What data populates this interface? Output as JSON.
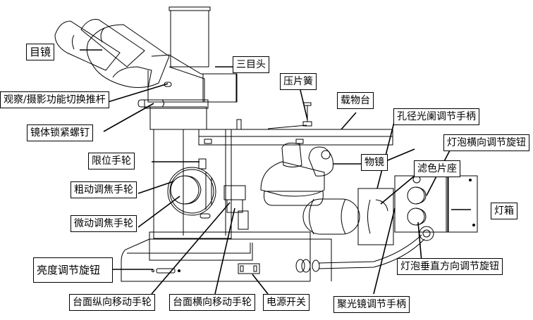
{
  "diagram": {
    "subject": "inverted metallurgical microscope",
    "labels": {
      "eyepiece": "目镜",
      "trinocular_head": "三目头",
      "observe_photo_switch_lever": "观察/摄影功能切换推杆",
      "stage_clip": "压片簧",
      "stage": "载物台",
      "body_lock_screw": "镜体锁紧螺钉",
      "aperture_diaphragm_lever": "孔径光阑调节手柄",
      "bulb_horizontal_knob": "灯泡横向调节旋钮",
      "limit_wheel": "限位手轮",
      "objective": "物镜",
      "filter_holder": "滤色片座",
      "coarse_focus_wheel": "粗动调焦手轮",
      "lamp_house": "灯箱",
      "fine_focus_wheel": "微动调焦手轮",
      "brightness_knob": "亮度调节旋钮",
      "bulb_vertical_knob": "灯泡垂直方向调节旋钮",
      "stage_longitudinal_wheel": "台面纵向移动手轮",
      "stage_transverse_wheel": "台面横向移动手轮",
      "power_switch": "电源开关",
      "condenser_lever": "聚光镜调节手柄"
    }
  }
}
